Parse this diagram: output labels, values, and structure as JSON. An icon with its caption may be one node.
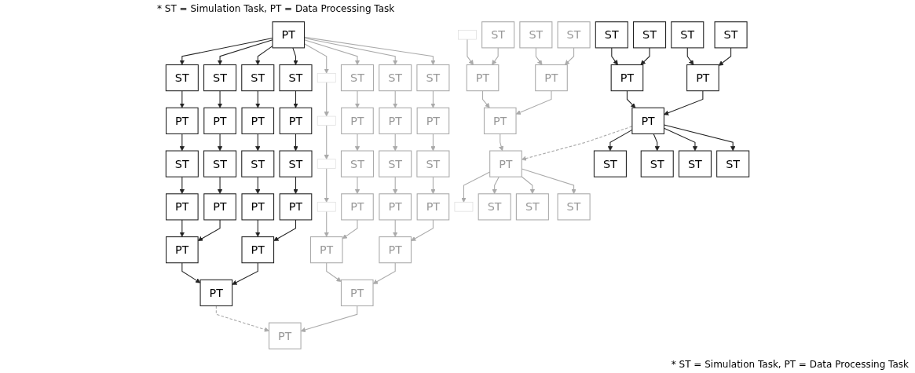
{
  "diagram": {
    "nodes": [
      {
        "text": [
          "PT"
        ]
      },
      {
        "text": [
          "ST"
        ]
      },
      {
        "text": [
          "ST"
        ]
      },
      {
        "text": [
          "ST"
        ]
      },
      {
        "text": [
          "ST"
        ]
      },
      {
        "text": [],
        "shape": "box"
      },
      {
        "text": [
          "ST"
        ]
      },
      {
        "text": [
          "ST"
        ]
      },
      {
        "text": [
          "ST"
        ]
      },
      {
        "text": [
          "PT"
        ]
      },
      {
        "text": [
          "PT"
        ]
      },
      {
        "text": [
          "PT"
        ]
      },
      {
        "text": [
          "PT"
        ]
      },
      {
        "text": [],
        "shape": "box"
      },
      {
        "text": [
          "PT"
        ]
      },
      {
        "text": [
          "PT"
        ]
      },
      {
        "text": [
          "PT"
        ]
      },
      {
        "text": [
          "ST"
        ]
      },
      {
        "text": [
          "ST"
        ]
      },
      {
        "text": [
          "ST"
        ]
      },
      {
        "text": [
          "ST"
        ]
      },
      {
        "text": [],
        "shape": "box"
      },
      {
        "text": [
          "ST"
        ]
      },
      {
        "text": [
          "ST"
        ]
      },
      {
        "text": [
          "ST"
        ]
      },
      {
        "text": [
          "PT"
        ]
      },
      {
        "text": [
          "PT"
        ]
      },
      {
        "text": [
          "PT"
        ]
      },
      {
        "text": [
          "PT"
        ]
      },
      {
        "text": [],
        "shape": "box"
      },
      {
        "text": [
          "PT"
        ]
      },
      {
        "text": [
          "PT"
        ]
      },
      {
        "text": [
          "PT"
        ]
      },
      {
        "text": [
          "PT"
        ]
      },
      {
        "text": [
          "PT"
        ]
      },
      {
        "text": [
          "PT"
        ]
      },
      {
        "text": [
          "PT"
        ]
      },
      {
        "text": [
          "PT"
        ]
      },
      {
        "text": [
          "PT"
        ]
      },
      {
        "text": [
          "PT"
        ]
      },
      {
        "text": [
          "ST"
        ]
      },
      {
        "text": [
          "ST"
        ]
      },
      {
        "text": [
          "ST"
        ]
      },
      {
        "text": [
          "ST"
        ]
      },
      {
        "text": [],
        "shape": "box"
      },
      {
        "text": [
          "ST"
        ]
      },
      {
        "text": [
          "ST"
        ]
      },
      {
        "text": [
          "ST"
        ]
      },
      {
        "text": [
          "PT"
        ]
      },
      {
        "text": [
          "PT"
        ]
      },
      {
        "text": [
          "PT"
        ]
      },
      {
        "text": [
          "PT"
        ]
      },
      {
        "text": [
          "PT"
        ]
      },
      {
        "text": [
          "PT"
        ]
      },
      {
        "text": [
          "PT"
        ]
      },
      {
        "text": [
          "ST"
        ]
      },
      {
        "text": [
          "ST"
        ]
      },
      {
        "text": [
          "ST"
        ]
      },
      {
        "text": [
          "ST"
        ]
      },
      {
        "text": [],
        "shape": "box"
      },
      {
        "text": [
          "ST"
        ]
      },
      {
        "text": [
          "ST"
        ]
      },
      {
        "text": [
          "ST"
        ]
      }
    ],
    "edges": [
      {
        "from": 0,
        "to": 1,
        "arrow": "to",
        "color": "#222222"
      },
      {
        "from": 0,
        "to": 2,
        "arrow": "to",
        "color": "#222222"
      },
      {
        "from": 0,
        "to": 3,
        "arrow": "to",
        "color": "#222222"
      },
      {
        "from": 0,
        "to": 4,
        "arrow": "to",
        "color": "#222222"
      },
      {
        "from": 0,
        "to": 5,
        "arrow": "to",
        "color": "#aaaaaa"
      },
      {
        "from": 0,
        "to": 6,
        "arrow": "to",
        "color": "#aaaaaa"
      },
      {
        "from": 0,
        "to": 7,
        "arrow": "to",
        "color": "#aaaaaa"
      },
      {
        "from": 0,
        "to": 8,
        "arrow": "to",
        "color": "#aaaaaa"
      },
      {
        "from": 1,
        "to": 9,
        "arrow": "to",
        "color": "#222222"
      },
      {
        "from": 2,
        "to": 10,
        "arrow": "to",
        "color": "#222222"
      },
      {
        "from": 3,
        "to": 11,
        "arrow": "to",
        "color": "#222222"
      },
      {
        "from": 4,
        "to": 12,
        "arrow": "to",
        "color": "#222222"
      },
      {
        "from": 5,
        "to": 13,
        "arrow": "to",
        "color": "#aaaaaa"
      },
      {
        "from": 6,
        "to": 14,
        "arrow": "to",
        "color": "#aaaaaa"
      },
      {
        "from": 7,
        "to": 15,
        "arrow": "to",
        "color": "#aaaaaa"
      },
      {
        "from": 8,
        "to": 16,
        "arrow": "to",
        "color": "#aaaaaa"
      },
      {
        "from": 9,
        "to": 17,
        "arrow": "to",
        "color": "#222222"
      },
      {
        "from": 10,
        "to": 18,
        "arrow": "to",
        "color": "#222222"
      },
      {
        "from": 11,
        "to": 19,
        "arrow": "to",
        "color": "#222222"
      },
      {
        "from": 12,
        "to": 20,
        "arrow": "to",
        "color": "#222222"
      },
      {
        "from": 13,
        "to": 21,
        "arrow": "to",
        "color": "#aaaaaa"
      },
      {
        "from": 14,
        "to": 22,
        "arrow": "to",
        "color": "#aaaaaa"
      },
      {
        "from": 15,
        "to": 23,
        "arrow": "to",
        "color": "#aaaaaa"
      },
      {
        "from": 16,
        "to": 24,
        "arrow": "to",
        "color": "#aaaaaa"
      },
      {
        "from": 17,
        "to": 25,
        "arrow": "to",
        "color": "#222222"
      },
      {
        "from": 18,
        "to": 26,
        "arrow": "to",
        "color": "#222222"
      },
      {
        "from": 19,
        "to": 27,
        "arrow": "to",
        "color": "#222222"
      },
      {
        "from": 20,
        "to": 28,
        "arrow": "to",
        "color": "#222222"
      },
      {
        "from": 21,
        "to": 29,
        "arrow": "to",
        "color": "#aaaaaa"
      },
      {
        "from": 22,
        "to": 30,
        "arrow": "to",
        "color": "#aaaaaa"
      },
      {
        "from": 23,
        "to": 31,
        "arrow": "to",
        "color": "#aaaaaa"
      },
      {
        "from": 24,
        "to": 32,
        "arrow": "to",
        "color": "#aaaaaa"
      },
      {
        "from": 25,
        "to": 33,
        "arrow": "to",
        "color": "#222222"
      },
      {
        "from": 26,
        "to": 33,
        "arrow": "to",
        "color": "#222222"
      },
      {
        "from": 27,
        "to": 34,
        "arrow": "to",
        "color": "#222222"
      },
      {
        "from": 28,
        "to": 34,
        "arrow": "to",
        "color": "#222222"
      },
      {
        "from": 29,
        "to": 35,
        "arrow": "to",
        "color": "#aaaaaa"
      },
      {
        "from": 30,
        "to": 35,
        "arrow": "to",
        "color": "#aaaaaa"
      },
      {
        "from": 31,
        "to": 36,
        "arrow": "to",
        "color": "#aaaaaa"
      },
      {
        "from": 32,
        "to": 36,
        "arrow": "to",
        "color": "#aaaaaa"
      },
      {
        "from": 33,
        "to": 37,
        "arrow": "to",
        "color": "#222222"
      },
      {
        "from": 34,
        "to": 37,
        "arrow": "to",
        "color": "#222222"
      },
      {
        "from": 35,
        "to": 38,
        "arrow": "to",
        "color": "#aaaaaa"
      },
      {
        "from": 36,
        "to": 38,
        "arrow": "to",
        "color": "#aaaaaa"
      },
      {
        "from": 37,
        "to": 39,
        "arrow": "to",
        "style": "dashed",
        "color": "#aaaaaa"
      },
      {
        "from": 38,
        "to": 39,
        "arrow": "to",
        "color": "#aaaaaa"
      },
      {
        "from": 40,
        "to": 48,
        "arrow": "to",
        "color": "#222222"
      },
      {
        "from": 41,
        "to": 48,
        "arrow": "to",
        "color": "#222222"
      },
      {
        "from": 42,
        "to": 49,
        "arrow": "to",
        "color": "#222222"
      },
      {
        "from": 43,
        "to": 49,
        "arrow": "to",
        "color": "#222222"
      },
      {
        "from": 44,
        "to": 50,
        "arrow": "to",
        "color": "#aaaaaa"
      },
      {
        "from": 45,
        "to": 50,
        "arrow": "to",
        "color": "#aaaaaa"
      },
      {
        "from": 46,
        "to": 51,
        "arrow": "to",
        "color": "#aaaaaa"
      },
      {
        "from": 47,
        "to": 51,
        "arrow": "to",
        "color": "#aaaaaa"
      },
      {
        "from": 48,
        "to": 52,
        "arrow": "to",
        "color": "#222222"
      },
      {
        "from": 49,
        "to": 52,
        "arrow": "to",
        "color": "#222222"
      },
      {
        "from": 50,
        "to": 53,
        "arrow": "to",
        "color": "#aaaaaa"
      },
      {
        "from": 51,
        "to": 53,
        "arrow": "to",
        "color": "#aaaaaa"
      },
      {
        "from": 52,
        "to": 54,
        "arrow": "to",
        "style": "dashed",
        "color": "#aaaaaa"
      },
      {
        "from": 53,
        "to": 54,
        "arrow": "to",
        "color": "#aaaaaa"
      },
      {
        "from": 52,
        "to": 55,
        "arrow": "to",
        "color": "#222222"
      },
      {
        "from": 52,
        "to": 56,
        "arrow": "to",
        "color": "#222222"
      },
      {
        "from": 52,
        "to": 57,
        "arrow": "to",
        "color": "#222222"
      },
      {
        "from": 52,
        "to": 58,
        "arrow": "to",
        "color": "#222222"
      },
      {
        "from": 54,
        "to": 59,
        "arrow": "to",
        "color": "#aaaaaa"
      },
      {
        "from": 54,
        "to": 60,
        "arrow": "to",
        "color": "#aaaaaa"
      },
      {
        "from": 54,
        "to": 61,
        "arrow": "to",
        "color": "#aaaaaa"
      },
      {
        "from": 54,
        "to": 62,
        "arrow": "to",
        "color": "#aaaaaa"
      }
    ],
    "labels": [
      "* ST = Simulation Task, PT = Data Processing Task",
      "* ST = Simulation Task, PT = Data Processing Task"
    ]
  }
}
